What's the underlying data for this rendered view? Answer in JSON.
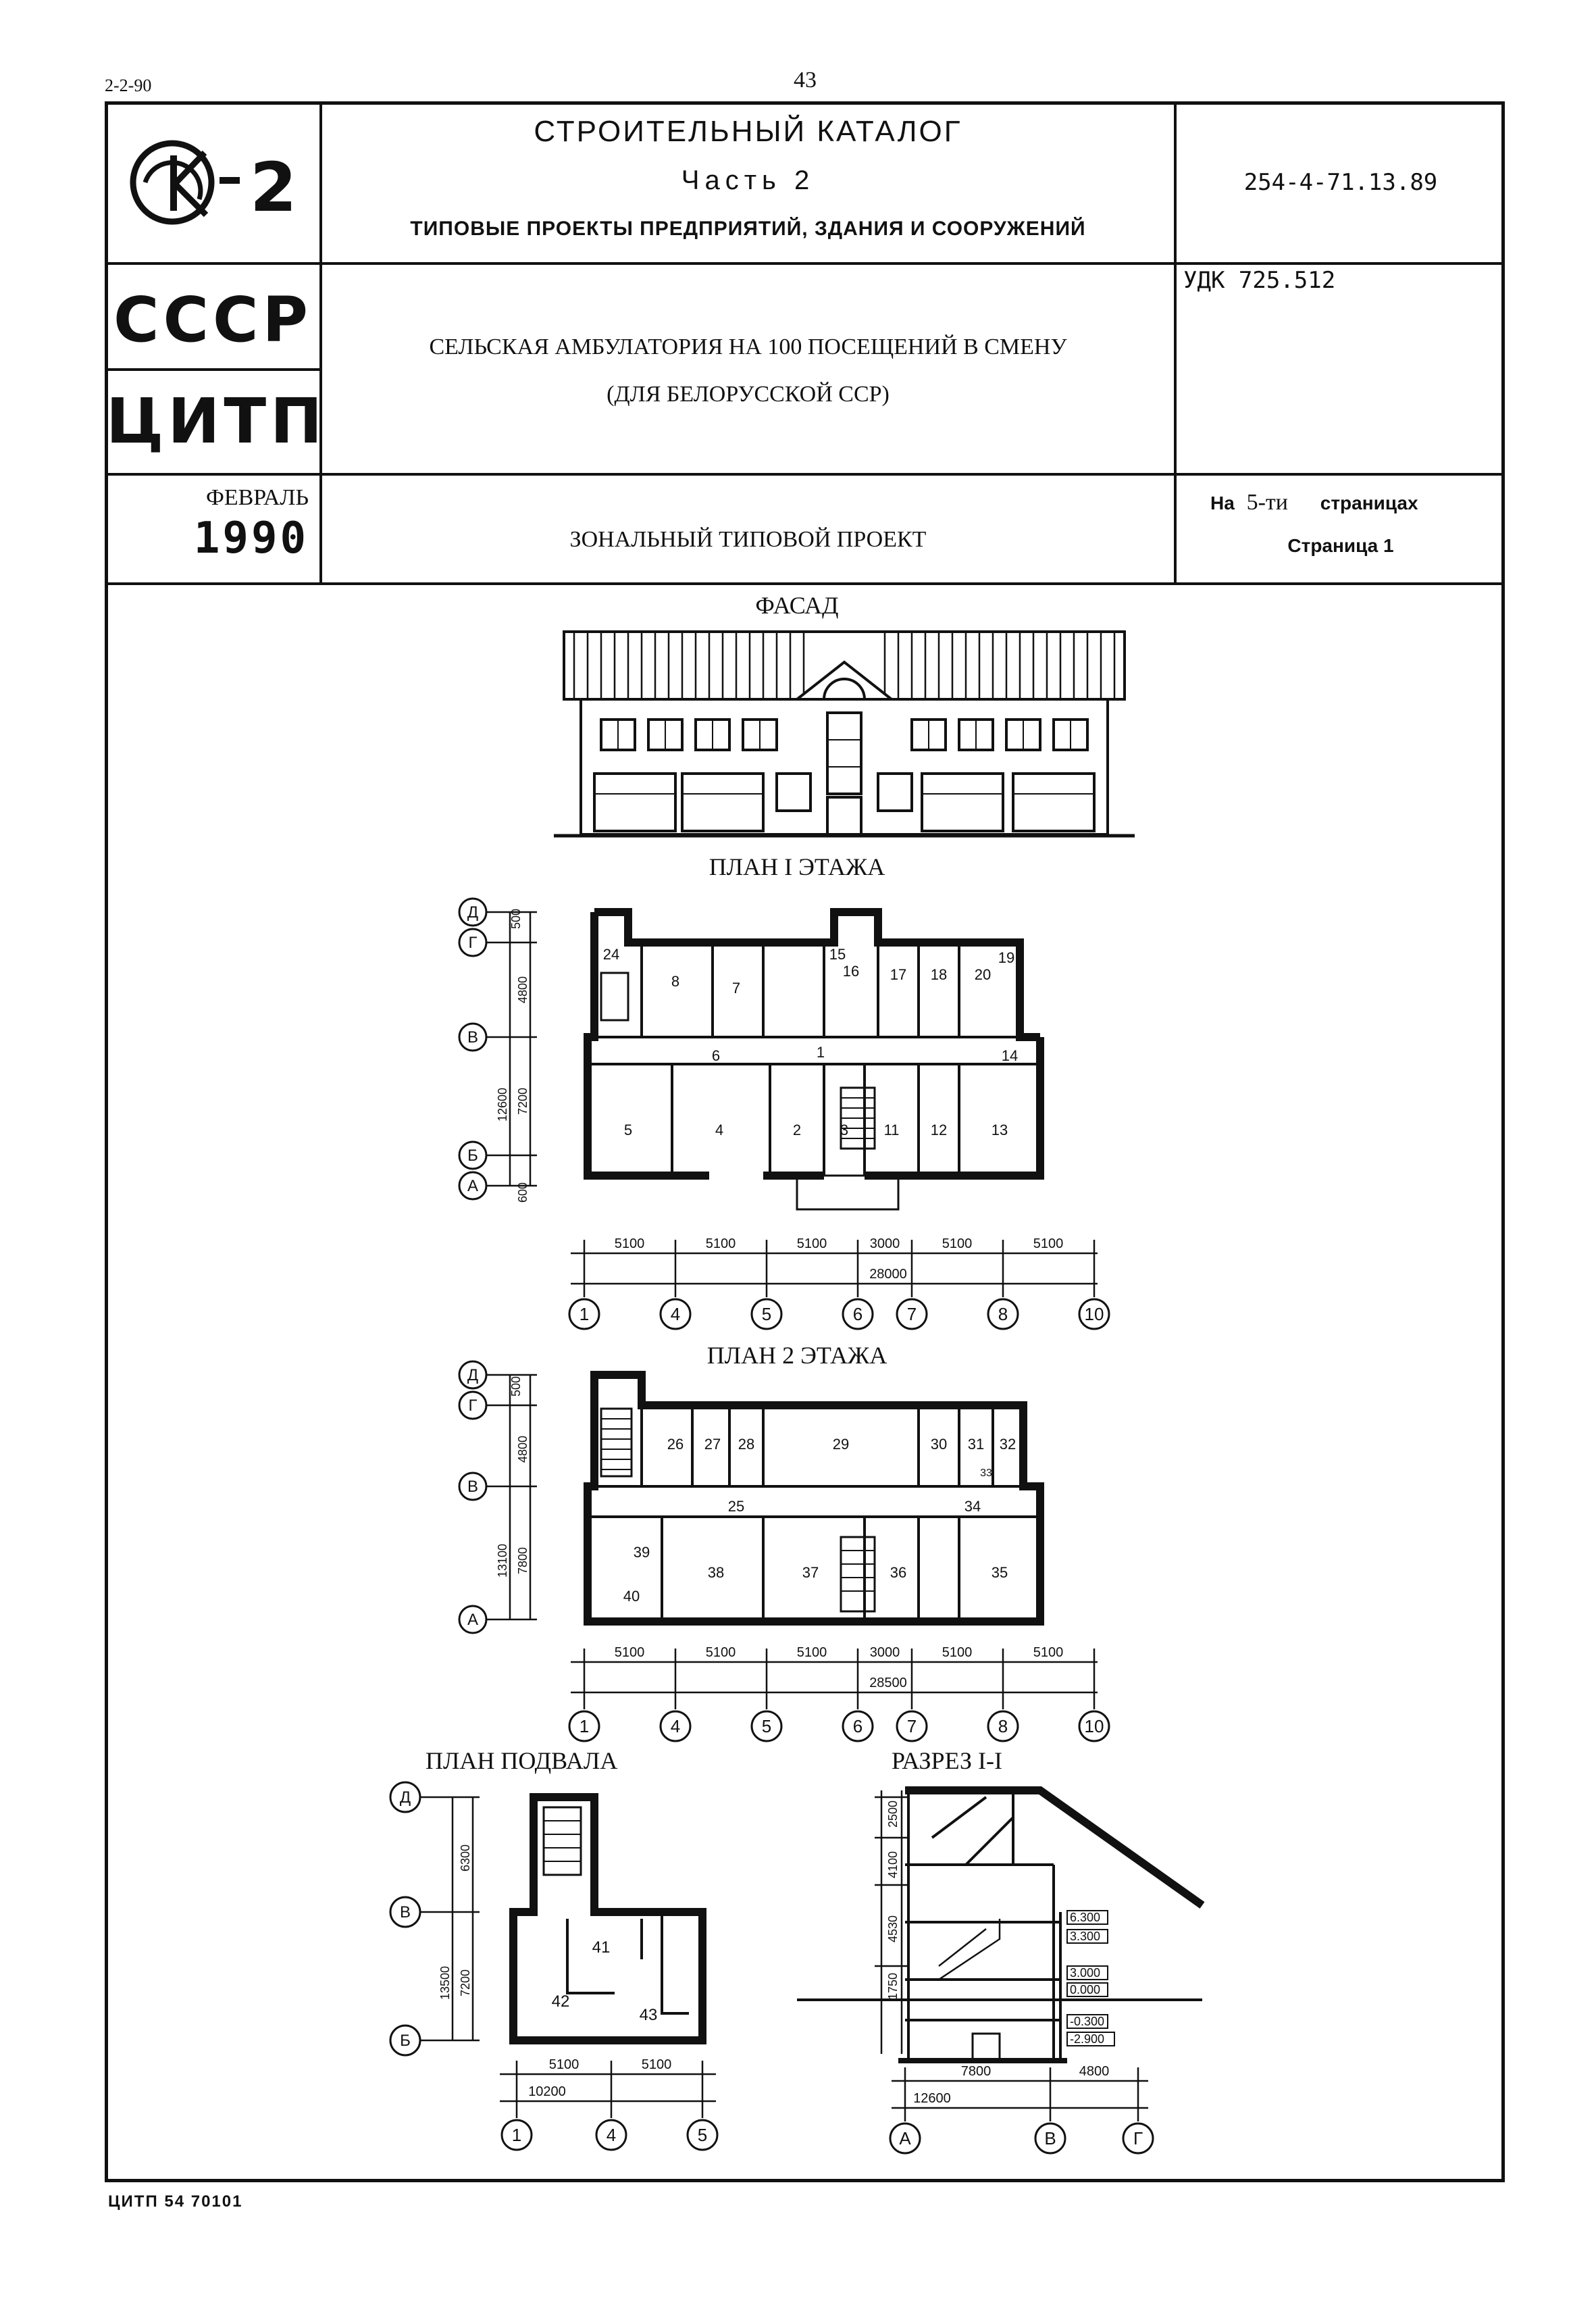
{
  "corner_code": "2-2-90",
  "page_number": "43",
  "header": {
    "logo": "СК-2",
    "catalog_title": "СТРОИТЕЛЬНЫЙ КАТАЛОГ",
    "part": "Часть 2",
    "subtitle": "ТИПОВЫЕ ПРОЕКТЫ ПРЕДПРИЯТИЙ, ЗДАНИЯ И СООРУЖЕНИЙ",
    "project_code": "254-4-71.13.89",
    "country": "СССР",
    "org": "ЦИТП",
    "udk": "УДК 725.512",
    "project_title_1": "СЕЛЬСКАЯ АМБУЛАТОРИЯ НА 100 ПОСЕЩЕНИЙ В СМЕНУ",
    "project_title_2": "(ДЛЯ БЕЛОРУССКОЙ ССР)",
    "month": "ФЕВРАЛЬ",
    "year": "1990",
    "project_type": "ЗОНАЛЬНЫЙ ТИПОВОЙ ПРОЕКТ",
    "pages_prefix": "На",
    "pages_count": "5-ти",
    "pages_suffix": "страницах",
    "page_label": "Страница 1"
  },
  "drawings": {
    "facade_title": "ФАСАД",
    "plan1_title": "ПЛАН I ЭТАЖА",
    "plan2_title": "ПЛАН 2 ЭТАЖА",
    "basement_title": "ПЛАН ПОДВАЛА",
    "section_title": "РАЗРЕЗ I-I"
  },
  "plan1": {
    "axes_left": [
      "Д",
      "Г",
      "В",
      "Б",
      "А"
    ],
    "dims_left": [
      "500",
      "4800",
      "7200",
      "12600",
      "600"
    ],
    "rooms": [
      "24",
      "8",
      "7",
      "15",
      "16",
      "17",
      "18",
      "20",
      "19",
      "6",
      "1",
      "14",
      "5",
      "4",
      "2",
      "3",
      "11",
      "12",
      "13"
    ],
    "dims_bottom": [
      "5100",
      "5100",
      "5100",
      "3000",
      "5100",
      "5100"
    ],
    "total": "28000",
    "axes_bottom": [
      "1",
      "4",
      "5",
      "6",
      "7",
      "8",
      "10"
    ]
  },
  "plan2": {
    "axes_left": [
      "Д",
      "Г",
      "В",
      "А"
    ],
    "dims_left": [
      "500",
      "4800",
      "7800",
      "13100"
    ],
    "rooms": [
      "26",
      "27",
      "28",
      "29",
      "30",
      "31",
      "32",
      "33",
      "25",
      "34",
      "39",
      "40",
      "38",
      "37",
      "36",
      "35"
    ],
    "dims_bottom": [
      "5100",
      "5100",
      "5100",
      "3000",
      "5100",
      "5100"
    ],
    "total": "28500",
    "axes_bottom": [
      "1",
      "4",
      "5",
      "6",
      "7",
      "8",
      "10"
    ]
  },
  "basement": {
    "axes_left": [
      "Д",
      "В",
      "Б"
    ],
    "dims_left": [
      "6300",
      "7200",
      "13500"
    ],
    "rooms": [
      "41",
      "42",
      "43"
    ],
    "dims_bottom": [
      "5100",
      "5100"
    ],
    "total": "10200",
    "axes_bottom": [
      "1",
      "4",
      "5"
    ]
  },
  "section": {
    "levels": [
      "6.300",
      "3.300",
      "3.000",
      "0.000",
      "-0.300",
      "-2.900"
    ],
    "dims_left": [
      "2500",
      "4100",
      "4530",
      "1750"
    ],
    "dims_bottom": [
      "7800",
      "4800"
    ],
    "total": "12600",
    "axes_bottom": [
      "А",
      "В",
      "Г"
    ]
  },
  "footer": "ЦИТП 54 70101"
}
